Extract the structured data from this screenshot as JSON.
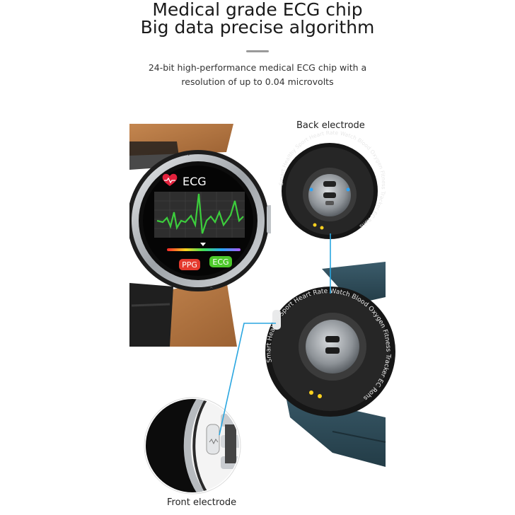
{
  "headline": {
    "line1": "Medical grade ECG chip",
    "line2": "Big data precise algorithm"
  },
  "description": {
    "line1": "24-bit high-performance medical ECG chip with a",
    "line2": "resolution of up to 0.04 microvolts"
  },
  "labels": {
    "back_electrode": "Back electrode",
    "front_electrode": "Front electrode"
  },
  "watch_screen": {
    "title": "ECG",
    "ppg_button": "PPG",
    "ecg_button": "ECG"
  },
  "bezel_text": "Smart Healthy Sport Heart Rate Watch Blood Oxygen Fitness Tracker EC Rohs",
  "colors": {
    "leather_strap": "#b97a45",
    "blue_strap": "#2f4d5a",
    "callout_line": "#29a6e0",
    "ecg_wave": "#3ccd3c",
    "ppg_red": "#e53a2e",
    "ecg_green": "#4cc92a",
    "heart": "#e2213c"
  },
  "icons": {
    "heart": "heart-icon",
    "pointer": "triangle-down-icon"
  }
}
